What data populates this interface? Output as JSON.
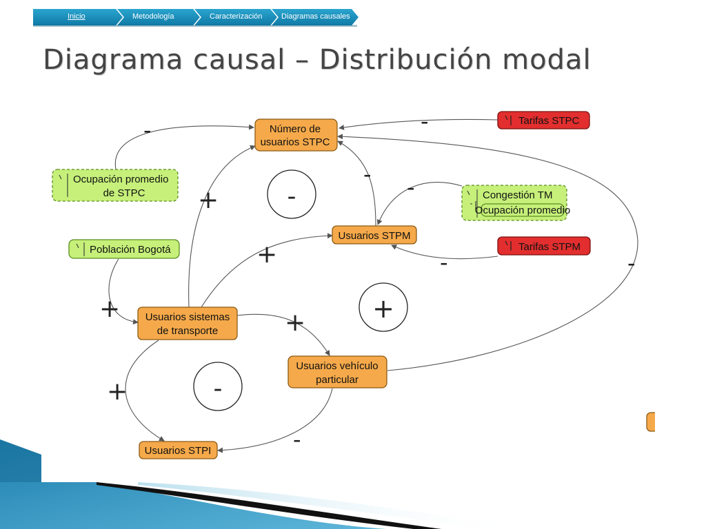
{
  "breadcrumb": {
    "items": [
      "Inicio",
      "Metodología",
      "Caracterización",
      "Diagramas causales"
    ]
  },
  "title": "Diagrama causal – Distribución modal",
  "diagram": {
    "nodes": {
      "numero_usuarios_stpc": [
        "Número de",
        "usuarios STPC"
      ],
      "tarifas_stpc": "Tarifas STPC",
      "ocupacion_promedio_stpc": [
        "Ocupación promedio",
        "de STPC"
      ],
      "congestion_tm": "Congestión TM",
      "ocupacion_promedio_sub": "Ocupación promedio",
      "usuarios_stpm": "Usuarios STPM",
      "tarifas_stpm": "Tarifas STPM",
      "poblacion_bogota": "Población Bogotá",
      "usuarios_sistemas": [
        "Usuarios sistemas",
        "de transporte"
      ],
      "usuarios_vehiculo": [
        "Usuarios vehículo",
        "particular"
      ],
      "usuarios_stpi": "Usuarios STPI"
    },
    "signs": {
      "plus": "+",
      "minus": "-"
    },
    "loops": [
      "-",
      "+",
      "-"
    ]
  },
  "colors": {
    "orange": "#f5a94a",
    "green": "#c6f07a",
    "red": "#e22e2e",
    "ribbon": "#1a8fbb"
  }
}
